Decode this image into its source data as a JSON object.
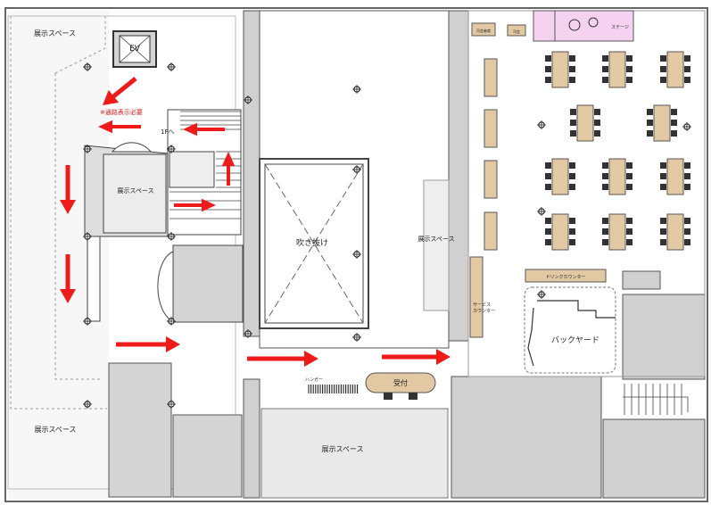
{
  "labels": {
    "exhibit_top_left": "展示スペース",
    "elevator": "EV",
    "route_note": "※通路表示必要",
    "to_1f": "1Fへ",
    "exhibit_center_left": "展示スペース",
    "atrium": "吹き抜け",
    "exhibit_right": "展示スペース",
    "service_counter": "サービス\nカウンター",
    "drink_counter": "ドリンクカウンター",
    "backyard": "バックヤード",
    "hanger": "ハンガー",
    "reception": "受付",
    "exhibit_bottom_left": "展示スペース",
    "exhibit_bottom_center": "展示スペース",
    "mc_table": "司会者席",
    "speaker": "司会",
    "stage": "ステージ"
  },
  "colors": {
    "arrow": "#ee1b1b",
    "note": "#d42020",
    "wall": "#555555",
    "room_gray": "#d4d4d4",
    "light_gray": "#e9e9e9",
    "table": "#e2c9a3",
    "chair": "#333333",
    "stage_fill": "#f5d3f0"
  },
  "icons": {
    "arrow": "red-arrow-icon",
    "column": "column-crosshair-icon"
  }
}
